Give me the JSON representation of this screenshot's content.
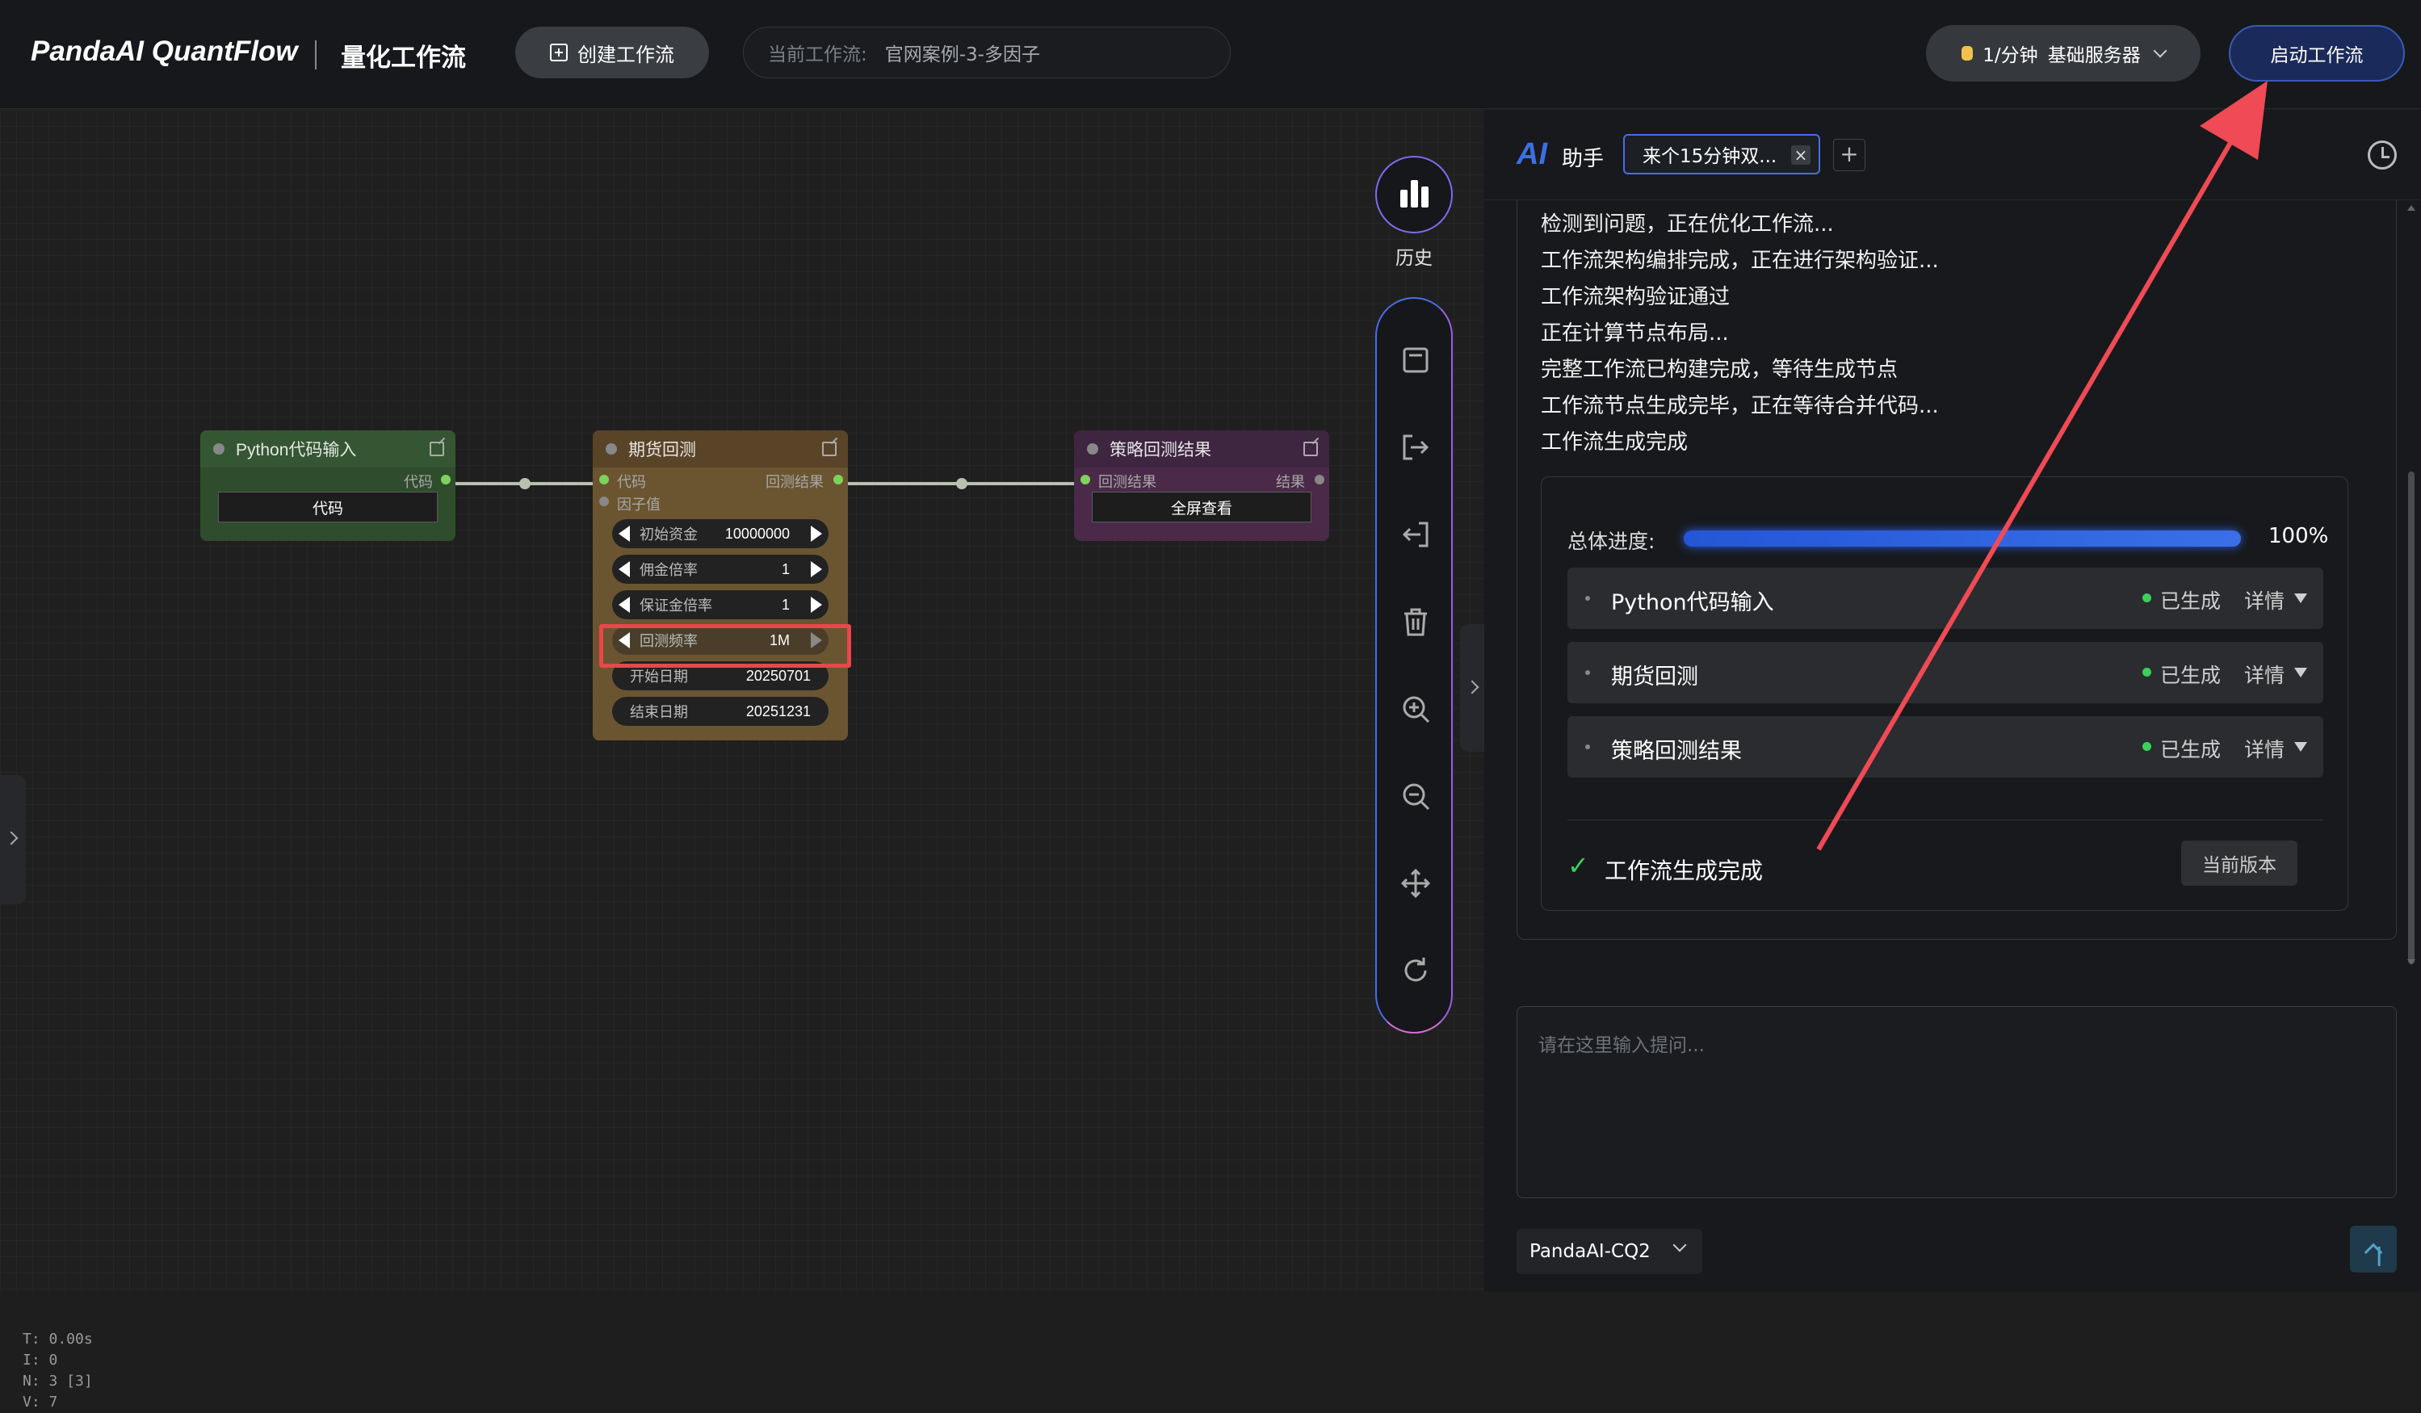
{
  "header": {
    "brand": "PandaAI QuantFlow",
    "subtitle": "量化工作流",
    "create_button": "创建工作流",
    "current_label": "当前工作流:",
    "current_value": "官网案例-3-多因子",
    "server_rate": "1/分钟",
    "server_name": "基础服务器",
    "start_button": "启动工作流"
  },
  "canvas": {
    "stats": [
      "T: 0.00s",
      "I: 0",
      "N: 3 [3]",
      "V: 7"
    ],
    "nodes": {
      "python": {
        "title": "Python代码输入",
        "out_port": "代码",
        "button": "代码",
        "color": "#2e4a2a"
      },
      "futures": {
        "title": "期货回测",
        "in_port_1": "代码",
        "in_port_2": "因子值",
        "out_port": "回测结果",
        "widgets": [
          {
            "name": "初始资金",
            "value": "10000000"
          },
          {
            "name": "佣金倍率",
            "value": "1"
          },
          {
            "name": "保证金倍率",
            "value": "1"
          },
          {
            "name": "回测频率",
            "value": "1M"
          },
          {
            "name": "开始日期",
            "value": "20250701"
          },
          {
            "name": "结束日期",
            "value": "20251231"
          }
        ],
        "color": "#5c4a28"
      },
      "result": {
        "title": "策略回测结果",
        "in_port": "回测结果",
        "out_port": "结果",
        "button": "全屏查看",
        "color": "#4a2a48"
      }
    },
    "side": {
      "history_label": "历史"
    }
  },
  "ai_panel": {
    "logo": "AI",
    "title": "助手",
    "tab_label": "来个15分钟双...",
    "log": [
      "检测到问题，正在优化工作流...",
      "工作流架构编排完成，正在进行架构验证...",
      "工作流架构验证通过",
      "正在计算节点布局...",
      "完整工作流已构建完成，等待生成节点",
      "工作流节点生成完毕，正在等待合并代码...",
      "工作流生成完成"
    ],
    "progress_label": "总体进度:",
    "progress_value": 1.0,
    "progress_text": "100%",
    "items": [
      {
        "name": "Python代码输入",
        "status": "已生成",
        "detail": "详情"
      },
      {
        "name": "期货回测",
        "status": "已生成",
        "detail": "详情"
      },
      {
        "name": "策略回测结果",
        "status": "已生成",
        "detail": "详情"
      }
    ],
    "done_text": "工作流生成完成",
    "version_button": "当前版本",
    "input_placeholder": "请在这里输入提问...",
    "model": "PandaAI-CQ2"
  },
  "colors": {
    "accent": "#3b6fe8",
    "highlight": "#e8474c",
    "success": "#3ccf5a"
  }
}
